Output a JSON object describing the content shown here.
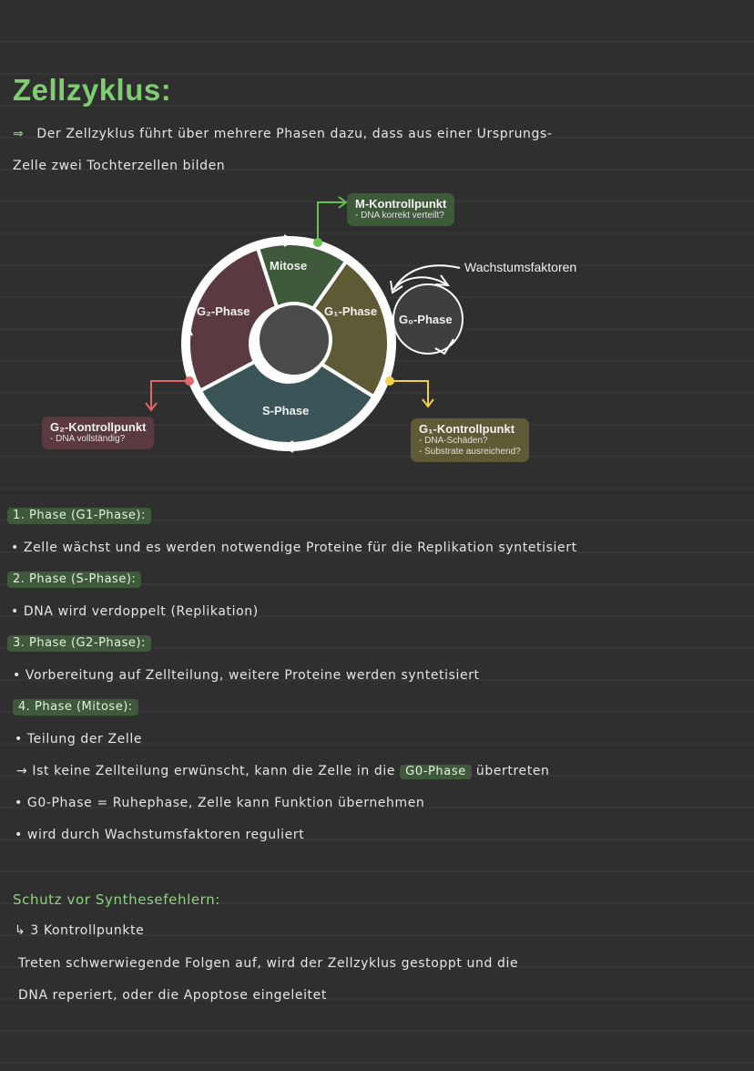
{
  "title": "Zellzyklus:",
  "intro": {
    "line1_arrow": "⇒",
    "line1": "Der Zellzyklus führt über mehrere Phasen dazu, dass aus einer Ursprungs-",
    "line2": "Zelle zwei Tochterzellen bilden"
  },
  "diagram": {
    "segments": {
      "mitose": "Mitose",
      "g1": "G₁-Phase",
      "s": "S-Phase",
      "g2": "G₂-Phase",
      "g0": "G₀-Phase"
    },
    "wachstum": "Wachstumsfaktoren",
    "checkpoints": {
      "m": {
        "title": "M-Kontrollpunkt",
        "lines": [
          "- DNA korrekt verteilt?"
        ]
      },
      "g2": {
        "title": "G₂-Kontrollpunkt",
        "lines": [
          "- DNA vollständig?"
        ]
      },
      "g1": {
        "title": "G₁-Kontrollpunkt",
        "lines": [
          "- DNA-Schäden?",
          "- Substrate ausreichend?"
        ]
      }
    },
    "colors": {
      "mitose": "#3f5a3a",
      "g1": "#5d5a35",
      "s": "#3b5458",
      "g2": "#5a3a40",
      "center": "#4a4a4a",
      "ring": "#ffffff",
      "m_checkpoint": "#66c24f",
      "g1_checkpoint": "#f1d14a",
      "g2_checkpoint": "#e06868"
    }
  },
  "phases": {
    "p1_heading": "1. Phase (G1-Phase):",
    "p1_text": "• Zelle wächst und es werden notwendige Proteine für die Replikation syntetisiert",
    "p2_heading": "2. Phase (S-Phase):",
    "p2_text": "• DNA wird verdoppelt (Replikation)",
    "p3_heading": "3. Phase (G2-Phase):",
    "p3_text": "• Vorbereitung auf Zellteilung, weitere Proteine werden syntetisiert",
    "p4_heading": "4. Phase (Mitose):",
    "p4_text": "• Teilung der Zelle",
    "arrow_pre": "→ Ist keine Zellteilung erwünscht, kann die Zelle in die",
    "arrow_pill": "G0-Phase",
    "arrow_post": "übertreten",
    "g0_text": "• G0-Phase = Ruhephase, Zelle kann Funktion übernehmen",
    "reg_text": "• wird durch Wachstumsfaktoren reguliert"
  },
  "schutz": {
    "heading": "Schutz vor Synthesefehlern:",
    "sub": "↳ 3 Kontrollpunkte",
    "line1": "Treten schwerwiegende Folgen auf, wird der Zellzyklus gestoppt und die",
    "line2": "DNA reperiert, oder die Apoptose eingeleitet"
  }
}
